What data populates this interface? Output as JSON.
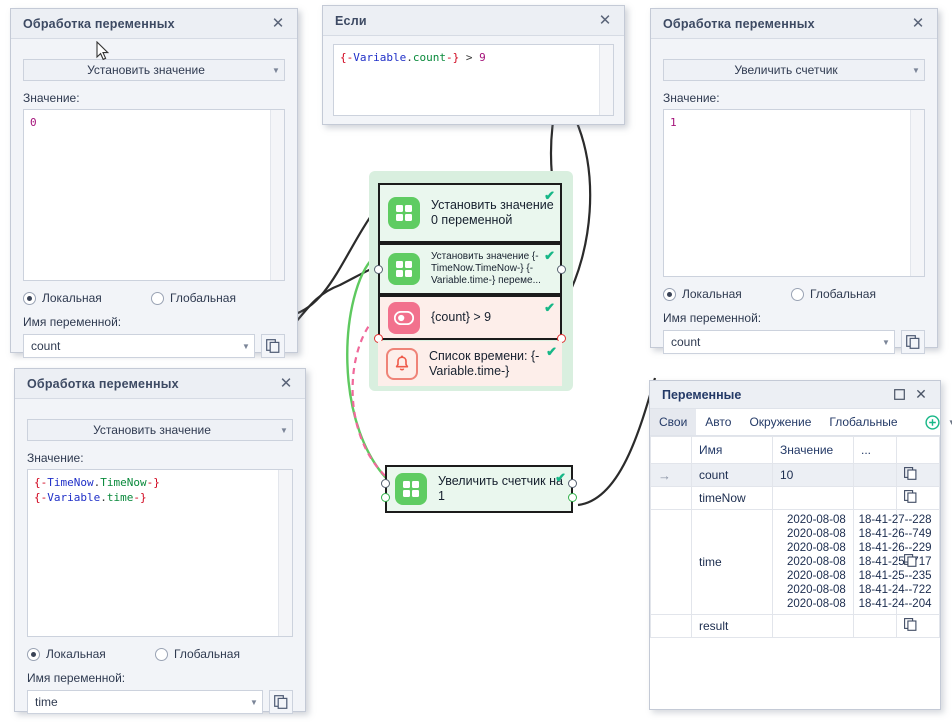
{
  "windows": {
    "set_value_count": {
      "title": "Обработка переменных",
      "action_label": "Установить значение",
      "value_label": "Значение:",
      "value_text": "0",
      "radio_local": "Локальная",
      "radio_global": "Глобальная",
      "name_label": "Имя переменной:",
      "name_value": "count",
      "close_glyph": "✕"
    },
    "if_window": {
      "title": "Если",
      "expr_prefix": "{-",
      "expr_ns": "Variable",
      "expr_dot": ".",
      "expr_name": "count",
      "expr_suffix": "-}",
      "expr_op": ">",
      "expr_num": "9",
      "close_glyph": "✕"
    },
    "increase_counter": {
      "title": "Обработка переменных",
      "action_label": "Увеличить счетчик",
      "value_label": "Значение:",
      "value_text": "1",
      "radio_local": "Локальная",
      "radio_global": "Глобальная",
      "name_label": "Имя переменной:",
      "name_value": "count",
      "close_glyph": "✕"
    },
    "set_value_time": {
      "title": "Обработка переменных",
      "action_label": "Установить значение",
      "value_label": "Значение:",
      "line1": {
        "brace_open": "{-",
        "ns": "TimeNow",
        "dot": ".",
        "name": "TimeNow",
        "brace_close": "-}"
      },
      "line2": {
        "brace_open": "{-",
        "ns": "Variable",
        "dot": ".",
        "name": "time",
        "brace_close": "-}"
      },
      "radio_local": "Локальная",
      "radio_global": "Глобальная",
      "name_label": "Имя переменной:",
      "name_value": "time",
      "close_glyph": "✕"
    }
  },
  "flow": {
    "nodes": [
      {
        "id": "set-zero",
        "icon": "grid-icon",
        "icon_color": "green",
        "label": "Установить значение 0 переменной",
        "check": "✔"
      },
      {
        "id": "set-timenow",
        "icon": "grid-icon",
        "icon_color": "green",
        "label": "Установить значение {-TimeNow.TimeNow-} {-Variable.time-} переме...",
        "check": "✔"
      },
      {
        "id": "condition",
        "icon": "toggle-icon",
        "icon_color": "pink",
        "label": "{count} > 9",
        "check": "✔"
      },
      {
        "id": "time-list",
        "icon": "bell-icon",
        "icon_color": "lightred",
        "label": "Список времени: {-Variable.time-}",
        "check": "✔"
      },
      {
        "id": "increase",
        "icon": "grid-icon",
        "icon_color": "green",
        "label": "Увеличить счетчик на 1",
        "check": "✔"
      }
    ]
  },
  "variables_panel": {
    "title": "Переменные",
    "maximize_glyph": "▫",
    "close_glyph": "✕",
    "tabs": [
      {
        "label": "Свои",
        "active": true
      },
      {
        "label": "Авто",
        "active": false
      },
      {
        "label": "Окружение",
        "active": false
      },
      {
        "label": "Глобальные",
        "active": false
      }
    ],
    "add_glyph": "⊕",
    "more_glyph": "▾",
    "columns": [
      "",
      "Имя",
      "Значение",
      "...",
      ""
    ],
    "rows": [
      {
        "arrow": "→",
        "name": "count",
        "value": "10",
        "selected": true,
        "copy_icon": "copy-icon"
      },
      {
        "arrow": "",
        "name": "timeNow",
        "value": "",
        "selected": false,
        "copy_icon": "copy-icon"
      },
      {
        "arrow": "",
        "name": "time",
        "value": "2020-08-08    18-41-27--228\n2020-08-08    18-41-26--749\n2020-08-08    18-41-26--229\n2020-08-08    18-41-25--717\n2020-08-08    18-41-25--235\n2020-08-08    18-41-24--722\n2020-08-08    18-41-24--204",
        "selected": false,
        "copy_icon": "copy-icon"
      },
      {
        "arrow": "",
        "name": "result",
        "value": "",
        "selected": false,
        "copy_icon": "copy-icon"
      }
    ]
  },
  "colors": {
    "green_node": "#5fcc62",
    "pink_node": "#f2718d",
    "group_bg": "#d9efdf",
    "check": "#17b787",
    "link_green": "#5ec95f",
    "link_pink": "#f0689a",
    "link_black": "#2b2b2b"
  }
}
